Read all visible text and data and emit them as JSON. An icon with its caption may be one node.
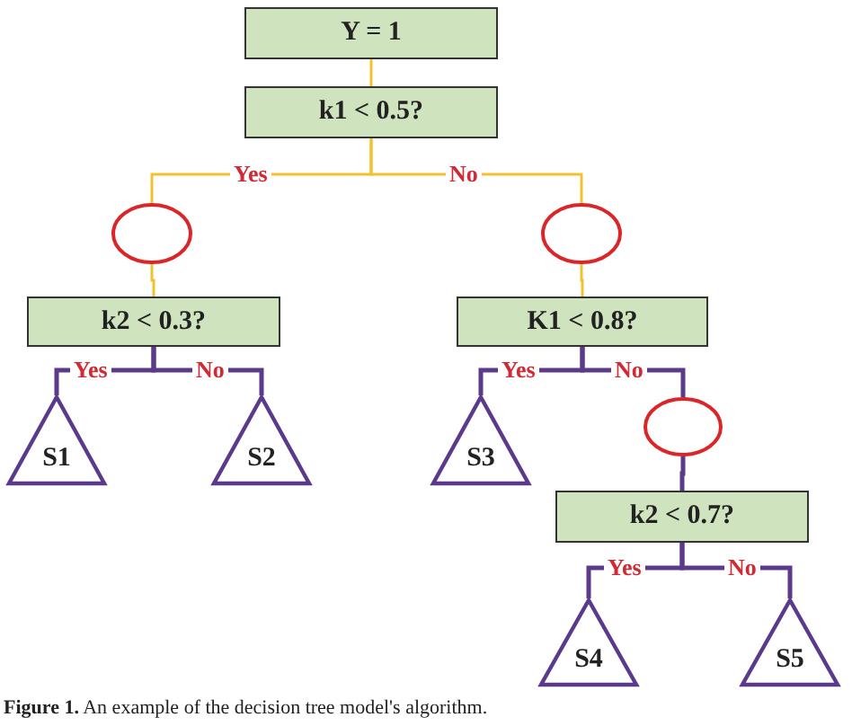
{
  "diagram": {
    "caption": "**Figure 1.** An example of the decision tree model's algorithm.",
    "nodes": [
      {
        "text": [
          "Y = 1"
        ]
      },
      {
        "text": [
          "k1 < 0.5?"
        ]
      },
      {
        "text": [],
        "shape": "circle"
      },
      {
        "text": [],
        "shape": "circle"
      },
      {
        "text": [
          "k2 < 0.3?"
        ]
      },
      {
        "text": [
          "K1 < 0.8?"
        ]
      },
      {
        "text": [
          "S1"
        ]
      },
      {
        "text": [
          "S2"
        ]
      },
      {
        "text": [
          "S3"
        ]
      },
      {
        "text": [],
        "shape": "circle"
      },
      {
        "text": [
          "k2 < 0.7?"
        ]
      },
      {
        "text": [
          "S4"
        ]
      },
      {
        "text": [
          "S5"
        ]
      }
    ],
    "edges": [
      {
        "from": 0,
        "to": 1,
        "arrow": "none",
        "color": "#f2c12e"
      },
      {
        "from": 1,
        "to": 2,
        "arrow": "none",
        "label": "Yes",
        "color": "#f2c12e"
      },
      {
        "from": 1,
        "to": 3,
        "arrow": "none",
        "label": "No",
        "color": "#f2c12e"
      },
      {
        "from": 2,
        "to": 4,
        "arrow": "none",
        "color": "#f2c12e"
      },
      {
        "from": 3,
        "to": 5,
        "arrow": "none",
        "color": "#f2c12e"
      },
      {
        "from": 4,
        "to": 6,
        "arrow": "none",
        "label": "Yes"
      },
      {
        "from": 4,
        "to": 7,
        "arrow": "none",
        "label": "No"
      },
      {
        "from": 5,
        "to": 8,
        "arrow": "none",
        "label": "Yes"
      },
      {
        "from": 5,
        "to": 9,
        "arrow": "none",
        "label": "No"
      },
      {
        "from": 9,
        "to": 10,
        "arrow": "none"
      },
      {
        "from": 10,
        "to": 11,
        "arrow": "none",
        "label": "Yes"
      },
      {
        "from": 10,
        "to": 12,
        "arrow": "none",
        "label": "No"
      }
    ]
  }
}
